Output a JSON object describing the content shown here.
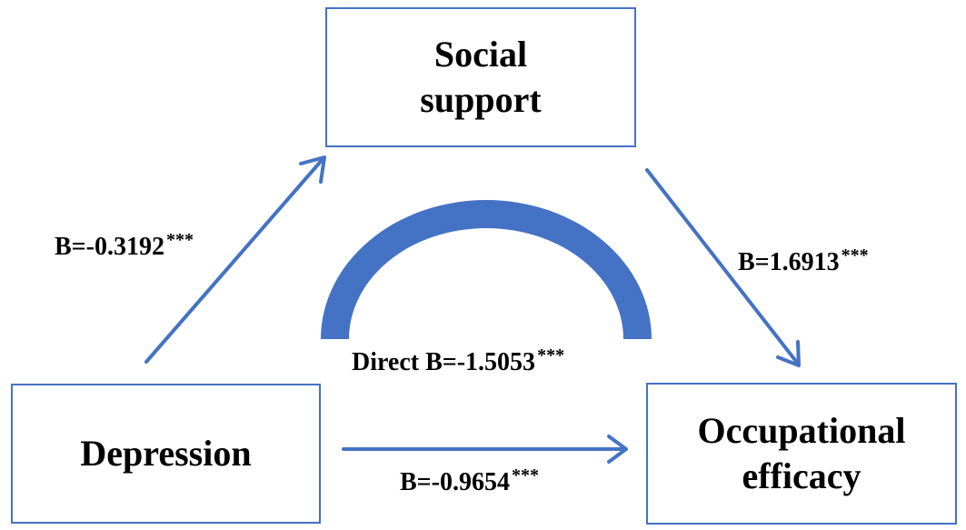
{
  "nodes": {
    "social_support": {
      "line1": "Social",
      "line2": "support"
    },
    "depression": {
      "line1": "Depression"
    },
    "occupational_efficacy": {
      "line1": "Occupational",
      "line2": "efficacy"
    }
  },
  "paths": {
    "a": {
      "label": "B=-0.3192",
      "sig": "***"
    },
    "b": {
      "label": "B=1.6913",
      "sig": "***"
    },
    "direct": {
      "label": "Direct B=-1.5053",
      "sig": "***"
    },
    "total": {
      "label": "B=-0.9654",
      "sig": "***"
    }
  },
  "colors": {
    "arrow": "#4472c4",
    "arc": "#4472c4",
    "box_border": "#4472c4",
    "text": "#000000"
  }
}
